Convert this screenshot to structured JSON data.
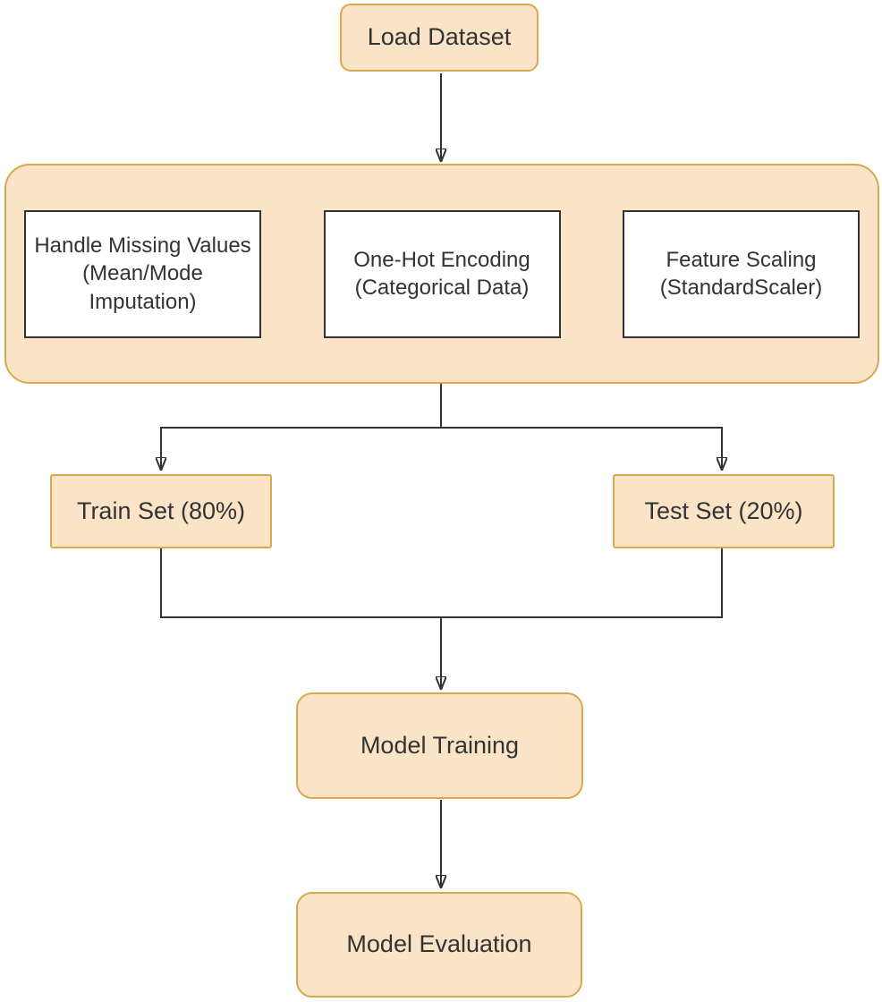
{
  "diagram": {
    "type": "flowchart",
    "background": "#FFFFFF",
    "colors": {
      "node_fill": "#FBE3C7",
      "node_border": "#D8A84E",
      "step_fill": "#FFFFFF",
      "step_border": "#333333",
      "connector": "#333333",
      "text": "#333333"
    },
    "nodes": {
      "load_dataset": {
        "label": "Load Dataset"
      },
      "preprocessing_steps": [
        {
          "label": "Handle Missing Values\n(Mean/Mode\nImputation)"
        },
        {
          "label": "One-Hot Encoding\n(Categorical Data)"
        },
        {
          "label": "Feature Scaling\n(StandardScaler)"
        }
      ],
      "train_set": {
        "label": "Train Set (80%)"
      },
      "test_set": {
        "label": "Test Set (20%)"
      },
      "model_training": {
        "label": "Model Training"
      },
      "model_evaluation": {
        "label": "Model Evaluation"
      }
    }
  }
}
